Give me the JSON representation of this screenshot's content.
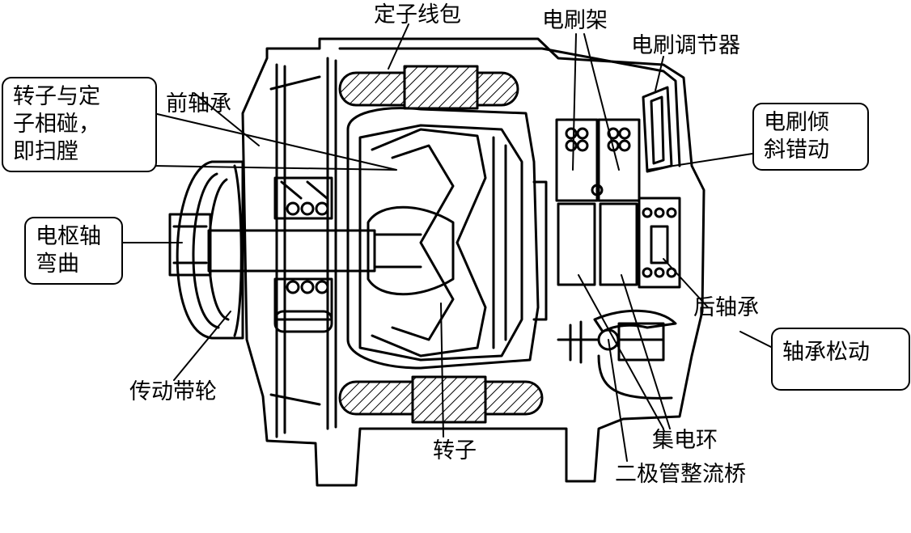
{
  "labels": {
    "stator_coil": "定子线包",
    "brush_holder": "电刷架",
    "brush_regulator": "电刷调节器",
    "front_bearing": "前轴承",
    "drive_pulley": "传动带轮",
    "rotor": "转子",
    "slip_ring": "集电环",
    "diode_bridge": "二极管整流桥",
    "rear_bearing": "后轴承"
  },
  "faults": {
    "rotor_stator_rub": [
      "转子与定",
      "子相碰，",
      "即扫膛"
    ],
    "brush_tilt": [
      "电刷倾",
      "斜错动"
    ],
    "shaft_bent": [
      "电枢轴",
      "弯曲"
    ],
    "bearing_loose": "轴承松动"
  },
  "colors": {
    "line": "#000000",
    "background": "#ffffff"
  }
}
